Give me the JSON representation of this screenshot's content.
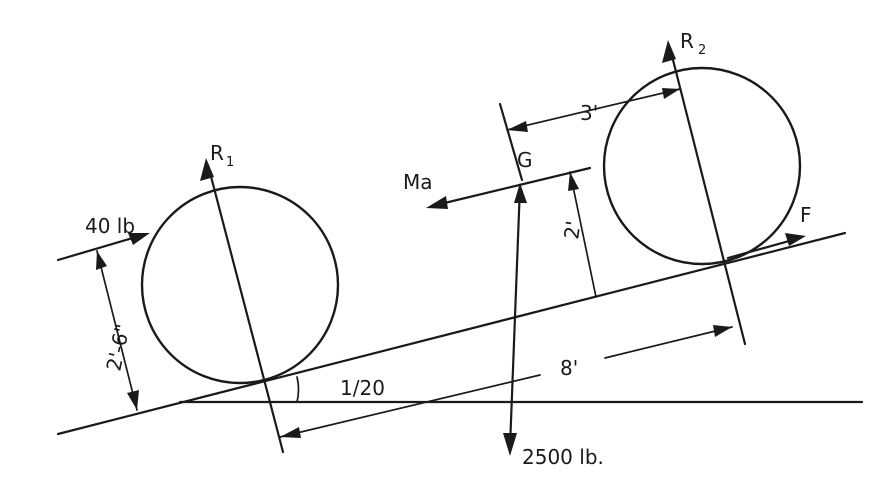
{
  "labels": {
    "r1": "R",
    "r1_sub": "1",
    "r2": "R",
    "r2_sub": "2",
    "force_40lb": "40 lb",
    "height_2ft6in": "2'-6\"",
    "slope": "1/20",
    "ma": "Ma",
    "g": "G",
    "dist_3ft": "3'",
    "dist_2ft": "2'",
    "dist_8ft": "8'",
    "f": "F",
    "weight_2500lb": "2500 lb."
  },
  "colors": {
    "ink": "#1a1a1a",
    "paper": "#ffffff"
  }
}
